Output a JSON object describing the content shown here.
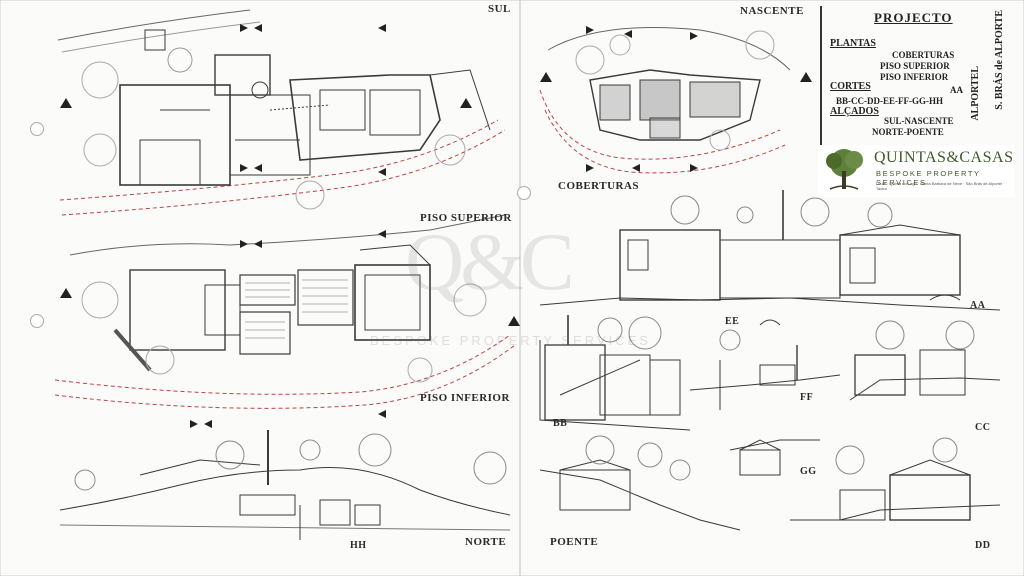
{
  "labels": {
    "sul": "SUL",
    "nascente": "NASCENTE",
    "coberturas": "COBERTURAS",
    "piso_superior": "PISO SUPERIOR",
    "piso_inferior": "PISO INFERIOR",
    "norte": "NORTE",
    "poente": "POENTE",
    "aa": "AA",
    "bb": "BB",
    "cc": "CC",
    "dd": "DD",
    "ee": "EE",
    "ff": "FF",
    "gg": "GG",
    "hh": "HH"
  },
  "cartouche": {
    "title": "PROJECTO",
    "plantas_heading": "PLANTAS",
    "plantas": [
      "COBERTURAS",
      "PISO SUPERIOR",
      "PISO INFERIOR"
    ],
    "cortes_heading": "CORTES",
    "cortes_line1": "AA",
    "cortes_line2": "BB-CC-DD-EE-FF-GG-HH",
    "alcados_heading": "ALÇADOS",
    "alcados": [
      "SUL-NASCENTE",
      "NORTE-POENTE"
    ],
    "vertical_1": "ALPORTEL",
    "vertical_2": "S. BRÁS de ALPORTE"
  },
  "logo": {
    "brand": "QUINTAS&CASAS",
    "tagline": "BESPOKE PROPERTY SERVICES",
    "locations": "Loulé · Quinta do Lago · Santa Bárbara de Nexe · São Brás de Alportel · Tavira"
  },
  "watermark": {
    "mark": "Q&C",
    "text": "BESPOKE PROPERTY SERVICES"
  },
  "colors": {
    "line": "#3a3a3a",
    "contour": "#b44",
    "logo_green": "#3d5a2a"
  }
}
